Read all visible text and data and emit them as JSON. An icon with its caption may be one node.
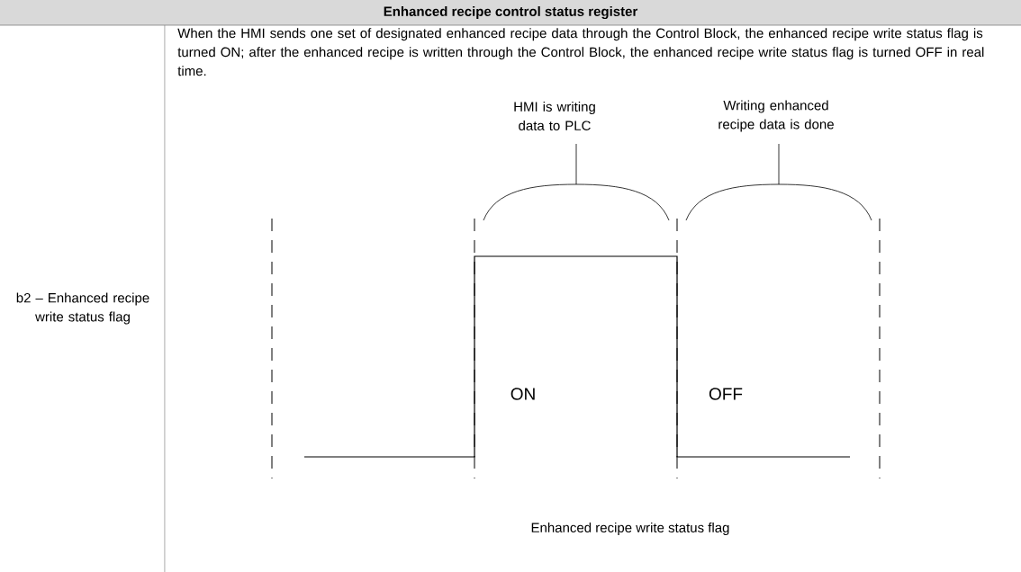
{
  "diagram": {
    "title": "Enhanced recipe control status register",
    "labels": [
      "b2 – Enhanced recipe write status flag",
      "When the HMI sends one set of designated enhanced recipe data through the Control Block, the enhanced recipe write status flag is turned ON; after the enhanced recipe is written through the Control Block, the enhanced recipe write status flag is turned OFF in real time.",
      "HMI is writing data to PLC",
      "Writing enhanced recipe data is done",
      "ON",
      "OFF"
    ],
    "caption": "Enhanced recipe write status flag"
  }
}
